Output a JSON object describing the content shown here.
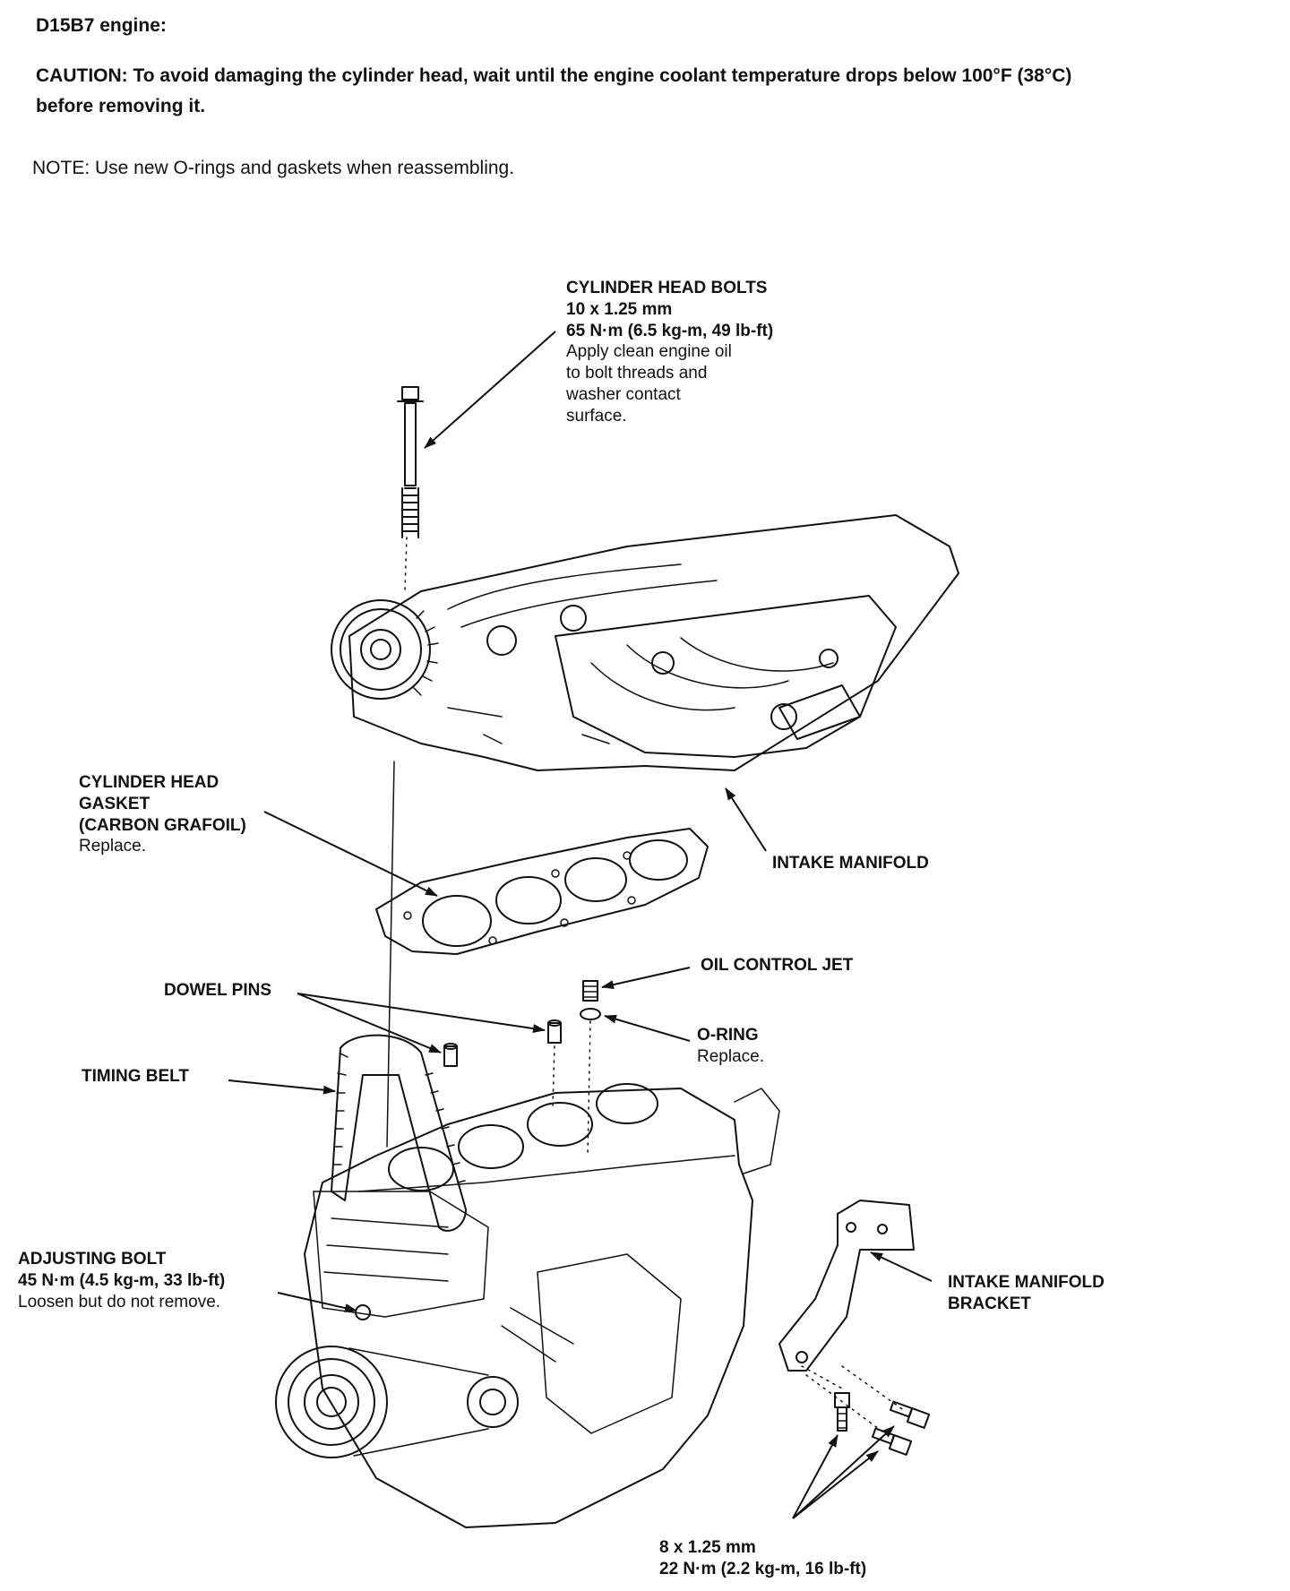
{
  "header": {
    "engine": "D15B7 engine:",
    "caution_line1": "CAUTION: To avoid damaging the cylinder head, wait until the engine coolant temperature drops below 100°F (38°C)",
    "caution_line2": "before removing it.",
    "note": "NOTE: Use new O-rings and gaskets when reassembling."
  },
  "callouts": {
    "head_bolts": {
      "title": "CYLINDER HEAD BOLTS",
      "size": "10 x 1.25 mm",
      "torque": "65 N·m (6.5 kg-m, 49 lb-ft)",
      "note1": "Apply clean engine oil",
      "note2": "to bolt threads and",
      "note3": "washer contact",
      "note4": "surface."
    },
    "head_gasket": {
      "line1": "CYLINDER HEAD",
      "line2": "GASKET",
      "line3": "(CARBON GRAFOIL)",
      "note": "Replace."
    },
    "intake_manifold": {
      "title": "INTAKE MANIFOLD"
    },
    "oil_control_jet": {
      "title": "OIL CONTROL JET"
    },
    "dowel_pins": {
      "title": "DOWEL PINS"
    },
    "o_ring": {
      "title": "O-RING",
      "note": "Replace."
    },
    "timing_belt": {
      "title": "TIMING BELT"
    },
    "adjusting_bolt": {
      "title": "ADJUSTING BOLT",
      "torque": "45 N·m (4.5 kg-m, 33 lb-ft)",
      "note": "Loosen but do not remove."
    },
    "bracket": {
      "line1": "INTAKE MANIFOLD",
      "line2": "BRACKET"
    },
    "bracket_bolts": {
      "size": "8 x 1.25 mm",
      "torque": "22 N·m (2.2 kg-m, 16 lb-ft)"
    }
  }
}
